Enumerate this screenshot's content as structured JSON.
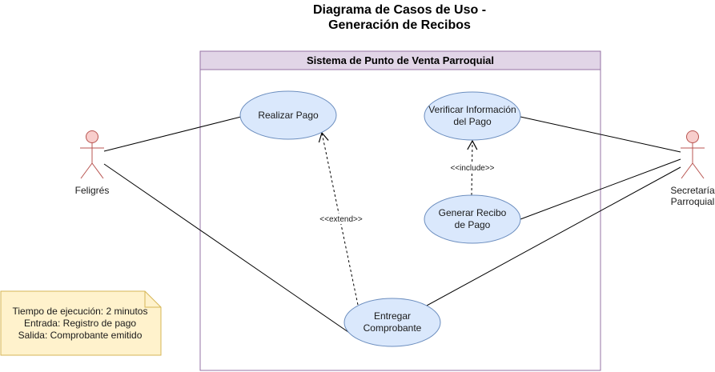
{
  "title_lines": [
    "Diagrama de Casos de Uso -",
    "Generación de Recibos"
  ],
  "system": {
    "title": "Sistema de Punto de Venta Parroquial"
  },
  "actors": {
    "feligres": "Feligrés",
    "secretaria_lines": [
      "Secretaría",
      "Parroquial"
    ]
  },
  "use_cases": {
    "realizar_pago": [
      "Realizar Pago"
    ],
    "verificar_info": [
      "Verificar Información",
      "del Pago"
    ],
    "generar_recibo": [
      "Generar Recibo",
      "de Pago"
    ],
    "entregar_comprobante": [
      "Entregar",
      "Comprobante"
    ]
  },
  "relations": {
    "include_label": "<<include>>",
    "extend_label": "<<extend>>"
  },
  "note": {
    "lines": [
      "Tiempo de ejecución: 2 minutos",
      "Entrada: Registro de pago",
      "Salida: Comprobante emitido"
    ]
  },
  "colors": {
    "system_header": "#e1d5e7",
    "system_border": "#9673a6",
    "use_case_fill": "#dae8fc",
    "use_case_border": "#6c8ebf",
    "actor_fill": "#f8cecc",
    "actor_border": "#b85450",
    "note_fill": "#fff2cc",
    "note_border": "#d6b656"
  }
}
